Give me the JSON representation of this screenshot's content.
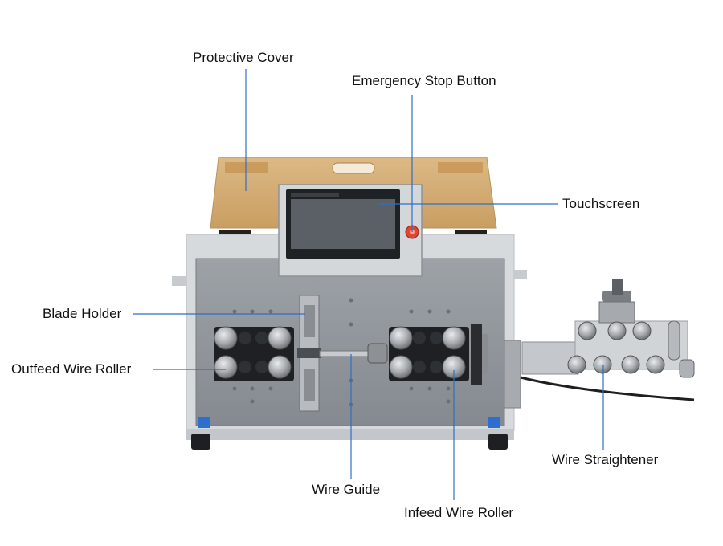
{
  "labels": {
    "protective_cover": "Protective Cover",
    "emergency_stop": "Emergency Stop Button",
    "touchscreen": "Touchscreen",
    "blade_holder": "Blade Holder",
    "outfeed_roller": "Outfeed Wire Roller",
    "wire_straightener": "Wire Straightener",
    "wire_guide": "Wire Guide",
    "infeed_roller": "Infeed Wire Roller"
  },
  "colors": {
    "leader_line": "#2f6fc4",
    "cover": "#d8b27a",
    "body": "#8f949a",
    "frame": "#c9cdd1",
    "roller": "#9a9ea3",
    "dark": "#1d1f22",
    "estop": "#e0452f"
  }
}
